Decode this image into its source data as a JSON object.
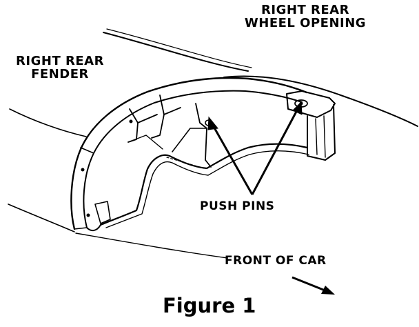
{
  "labels": {
    "wheel_opening_line1": "RIGHT REAR",
    "wheel_opening_line2": "WHEEL OPENING",
    "fender_line1": "RIGHT REAR",
    "fender_line2": "FENDER",
    "push_pins": "PUSH PINS",
    "front_of_car": "FRONT OF CAR",
    "figure_caption": "Figure 1"
  },
  "colors": {
    "ink": "#000000",
    "paper": "#ffffff"
  },
  "icons": {
    "direction_arrow": "arrow-down-right-icon",
    "pointer_arrows": "arrow-icon"
  }
}
